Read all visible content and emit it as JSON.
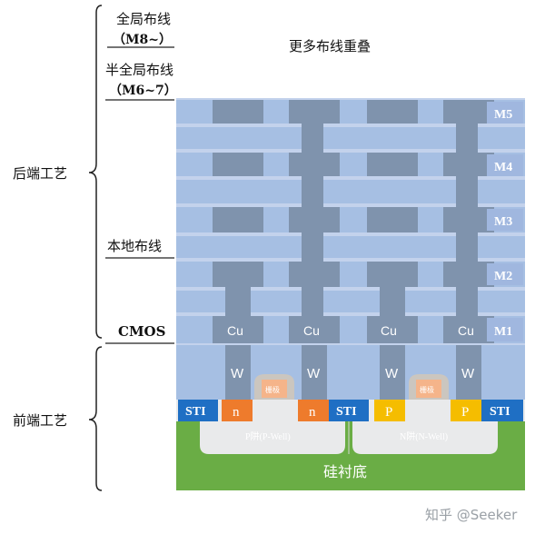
{
  "diagram": {
    "left_labels": {
      "global_routing": "全局布线",
      "global_routing_sub": "（M8~）",
      "semi_global_routing": "半全局布线",
      "semi_global_routing_sub": "（M6~7）",
      "local_routing": "本地布线",
      "cmos": "CMOS"
    },
    "process_groups": {
      "back_end": "后端工艺",
      "front_end": "前端工艺"
    },
    "top_note": "更多布线重叠",
    "metal_layers": [
      "M5",
      "M4",
      "M3",
      "M2",
      "M1"
    ],
    "via_material": "Cu",
    "contact_material": "W",
    "isolation": "STI",
    "doping": {
      "n_type": "n",
      "p_type": "P"
    },
    "wells": {
      "p_well": "P阱(P-Well)",
      "n_well": "N阱(N-Well)"
    },
    "gate": "栅极",
    "substrate": "硅衬底",
    "watermark": "知乎 @Seeker",
    "colors": {
      "wire_light": "#a6bfe3",
      "wire_dark": "#8aa3cc",
      "via_gray": "#7f93ad",
      "tag_bg": "#a0b7df",
      "sti_blue": "#1f6fc4",
      "n_orange": "#ee7b2c",
      "p_yellow": "#f5bd00",
      "substrate_green": "#6aad45",
      "well_light": "#e9eaeb",
      "gate_peach": "#f5b48a",
      "gate_cap": "#cbc6bf"
    }
  }
}
